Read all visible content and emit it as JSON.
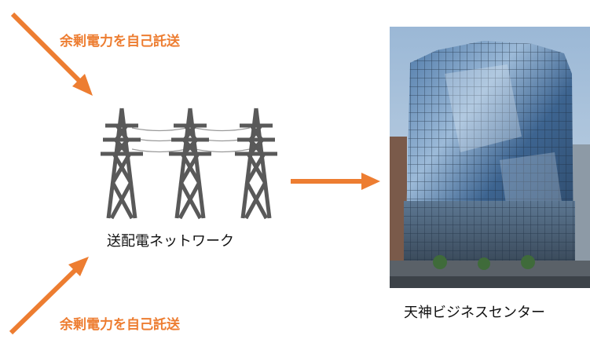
{
  "diagram": {
    "top_flow_label": "余剰電力を自己託送",
    "bottom_flow_label": "余剰電力を自己託送",
    "grid_label": "送配電ネットワーク",
    "building_label": "天神ビジネスセンター"
  },
  "icons": {
    "grid": "power-transmission-tower-icon",
    "flow": "arrow-icon"
  },
  "colors": {
    "accent": "#ed7d31",
    "tower": "#595959",
    "text": "#111111",
    "background": "#ffffff"
  }
}
